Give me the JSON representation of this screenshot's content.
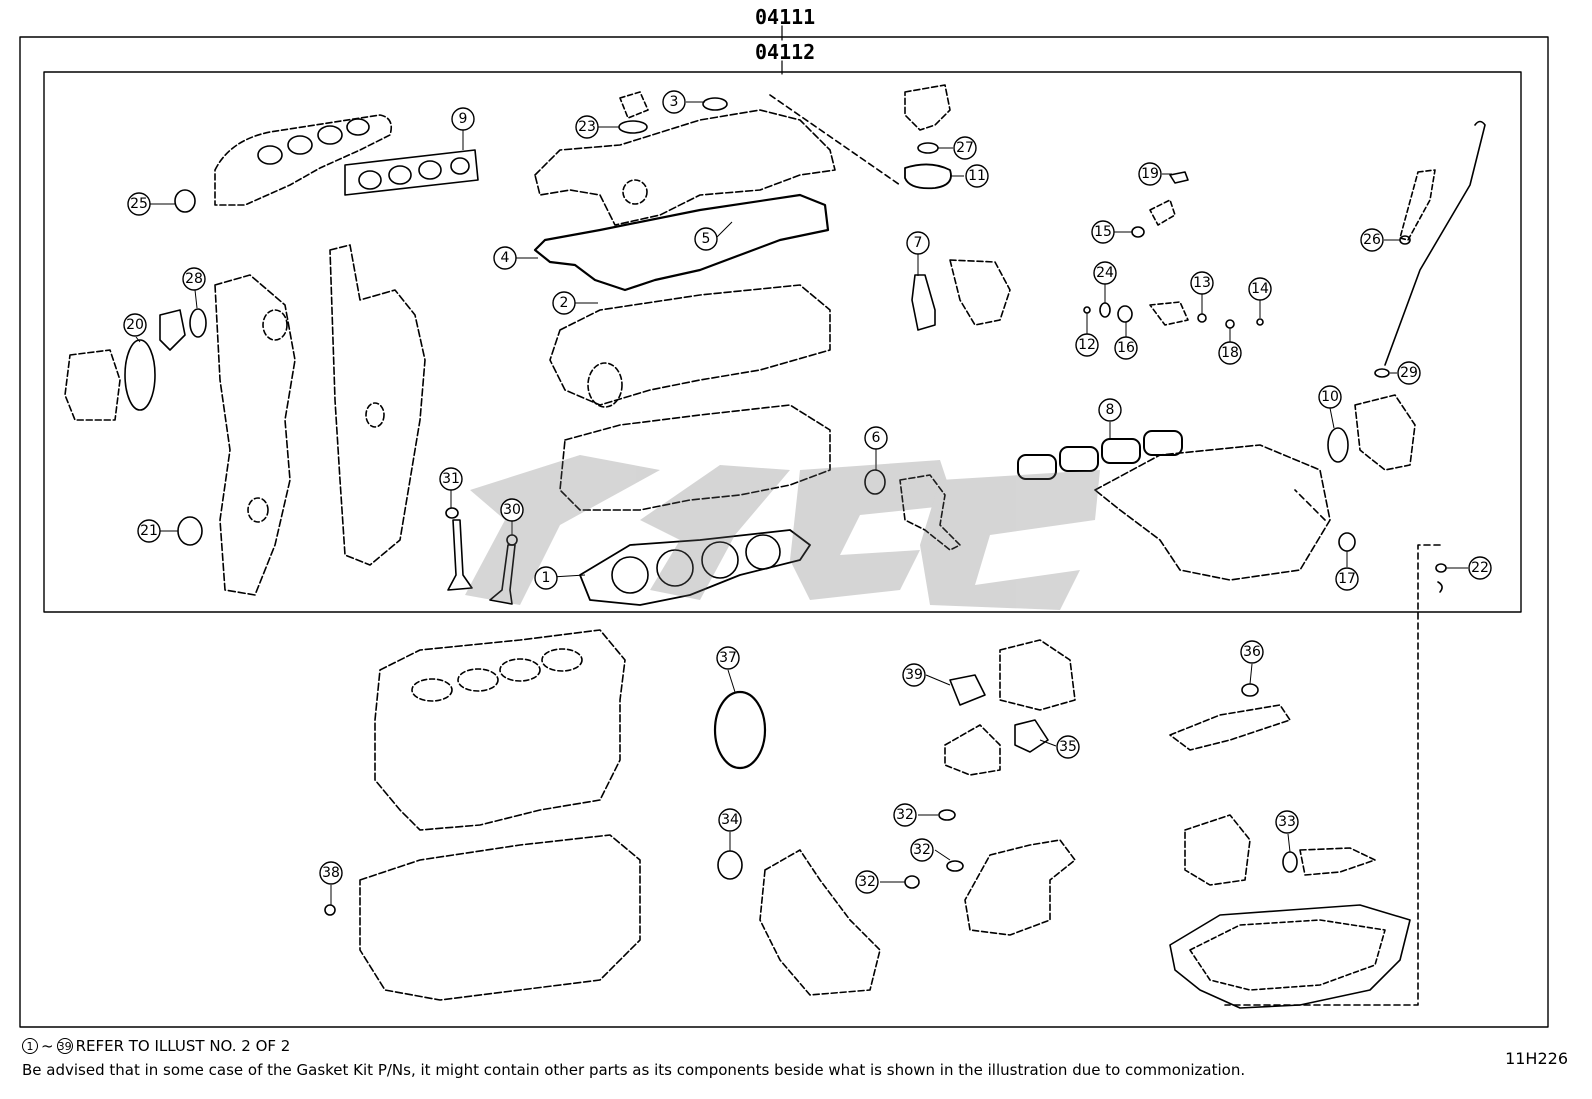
{
  "diagram": {
    "kit_codes": {
      "outer": "04111",
      "inner": "04112"
    },
    "illustration_id": "11H226",
    "notes": {
      "range_start": "1",
      "range_sep": "~",
      "range_end": "39",
      "refer_text": "REFER TO ILLUST NO. 2 OF 2",
      "advisory": "Be advised that in some case of the Gasket Kit P/Ns,  it might contain other parts as its components beside what is shown in the illustration due to commonization."
    },
    "callouts": [
      "1",
      "2",
      "3",
      "4",
      "5",
      "6",
      "7",
      "8",
      "9",
      "10",
      "11",
      "12",
      "13",
      "14",
      "15",
      "16",
      "17",
      "18",
      "19",
      "20",
      "21",
      "22",
      "23",
      "24",
      "25",
      "26",
      "27",
      "28",
      "29",
      "30",
      "31",
      "32",
      "32",
      "32",
      "33",
      "34",
      "35",
      "36",
      "37",
      "38",
      "39"
    ]
  }
}
